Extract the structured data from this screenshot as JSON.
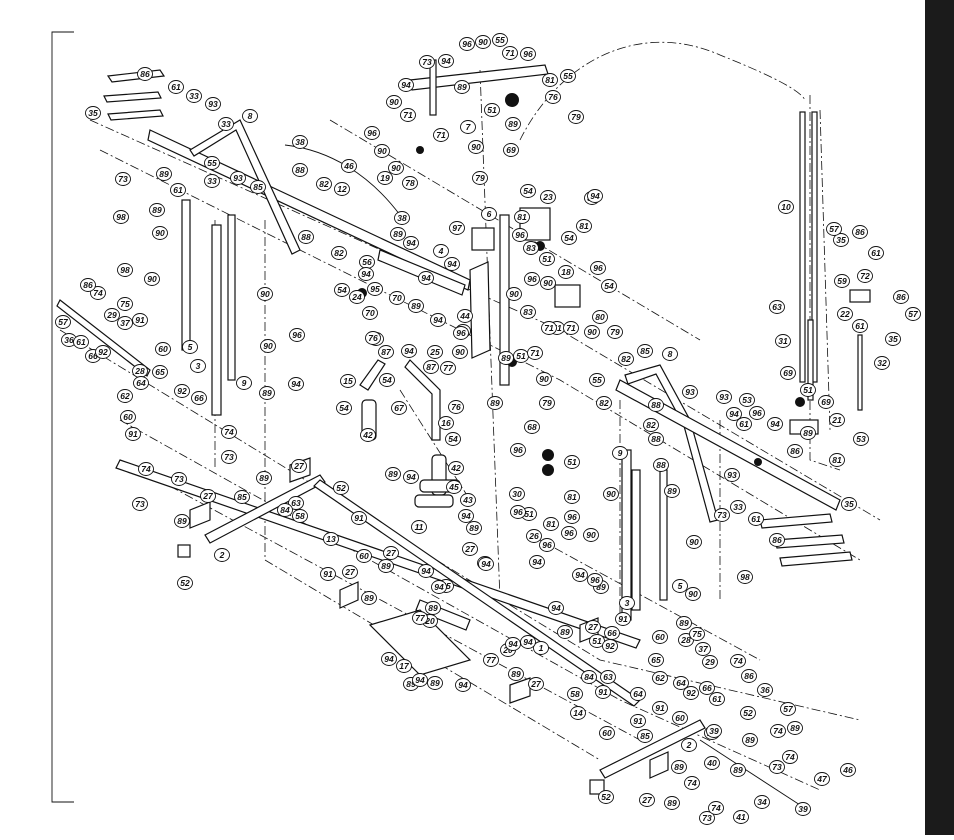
{
  "diagram": {
    "labels": [
      "1",
      "2",
      "3",
      "4",
      "5",
      "6",
      "7",
      "8",
      "9",
      "10",
      "11",
      "12",
      "13",
      "14",
      "15",
      "16",
      "17",
      "18",
      "19",
      "20",
      "21",
      "22",
      "23",
      "24",
      "25",
      "26",
      "27",
      "28",
      "29",
      "30",
      "31",
      "32",
      "33",
      "34",
      "35",
      "36",
      "37",
      "38",
      "39",
      "40",
      "41",
      "42",
      "43",
      "44",
      "45",
      "46",
      "47",
      "51",
      "52",
      "53",
      "54",
      "55",
      "56",
      "57",
      "58",
      "59",
      "60",
      "61",
      "62",
      "63",
      "64",
      "65",
      "66",
      "67",
      "68",
      "69",
      "70",
      "71",
      "72",
      "73",
      "74",
      "75",
      "76",
      "77",
      "78",
      "79",
      "80",
      "81",
      "82",
      "83",
      "84",
      "85",
      "86",
      "87",
      "88",
      "89",
      "90",
      "91",
      "92",
      "93",
      "94",
      "95",
      "96",
      "97",
      "98"
    ]
  },
  "colors": {
    "line": "#111111",
    "background": "#ffffff",
    "side_bar": "#1b1b1b"
  }
}
